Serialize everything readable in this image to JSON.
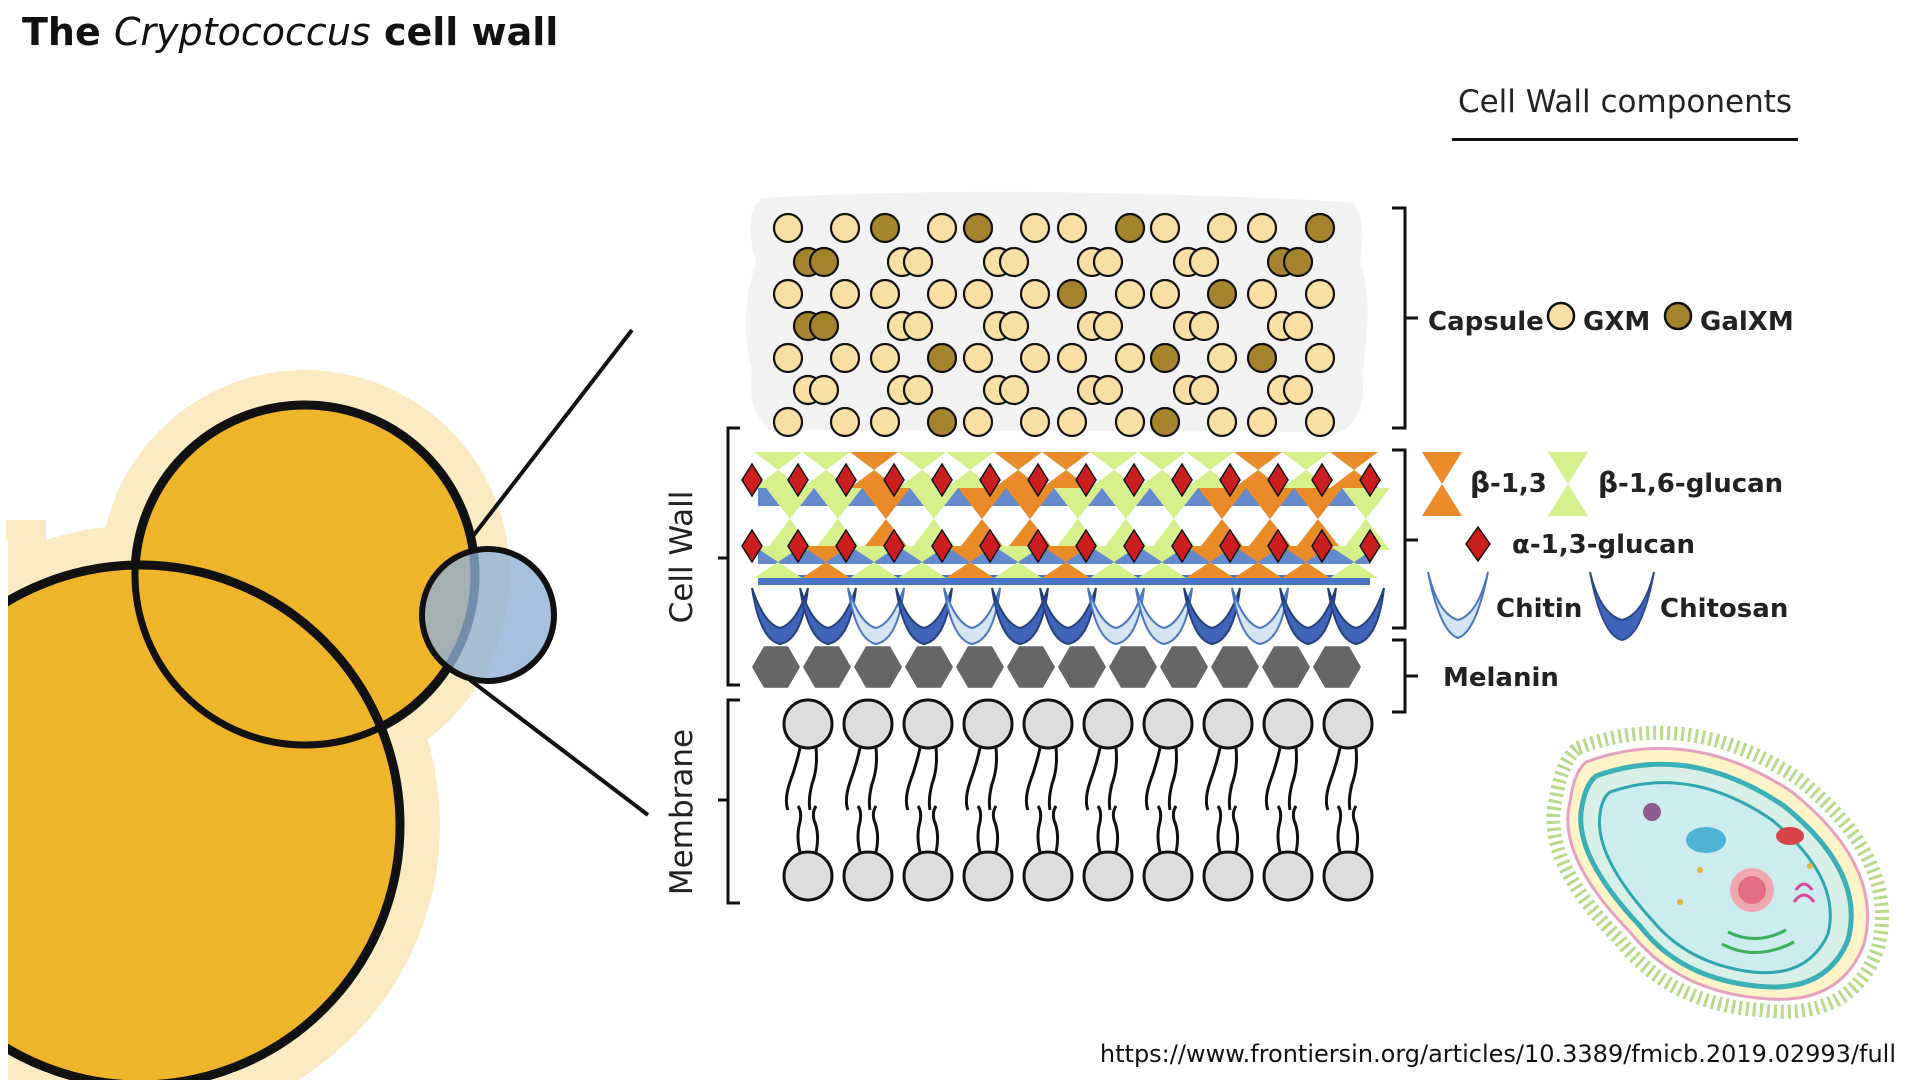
{
  "slide": {
    "title_prefix": "The ",
    "title_italic": "Cryptococcus",
    "title_suffix": " cell wall",
    "section_heading": "Cell Wall components",
    "source_url": "https://www.frontiersin.org/articles/10.3389/fmicb.2019.02993/full"
  },
  "diagram": {
    "side_labels": {
      "cell_wall": "Cell Wall",
      "membrane": "Membrane"
    },
    "legend": {
      "capsule": "Capsule",
      "gxm": "GXM",
      "galxm": "GalXM",
      "beta13_prefix": "β",
      "beta13_suffix": "-1,3",
      "beta16_prefix": "β",
      "beta16_suffix": "-1,6-glucan",
      "alpha13_prefix": "α",
      "alpha13_suffix": "-1,3-glucan",
      "chitin": "Chitin",
      "chitosan": "Chitosan",
      "melanin": "Melanin"
    },
    "colors": {
      "yeast": "#EEB52B",
      "halo": "#FBEBC3",
      "gxm": "#F9DFA4",
      "galxm": "#A6832D",
      "beta13": "#E88B28",
      "beta16": "#D6F08C",
      "alpha13": "#CC1E1E",
      "chitin": "#D5E4F3",
      "chitosan": "#3F64B8",
      "melanin": "#666666",
      "lipid": "#DDDDDD",
      "zoom_circle": "#8FB0D8"
    },
    "icons": [
      "yeast-cell-illustration",
      "cell-cross-section-icon"
    ]
  }
}
